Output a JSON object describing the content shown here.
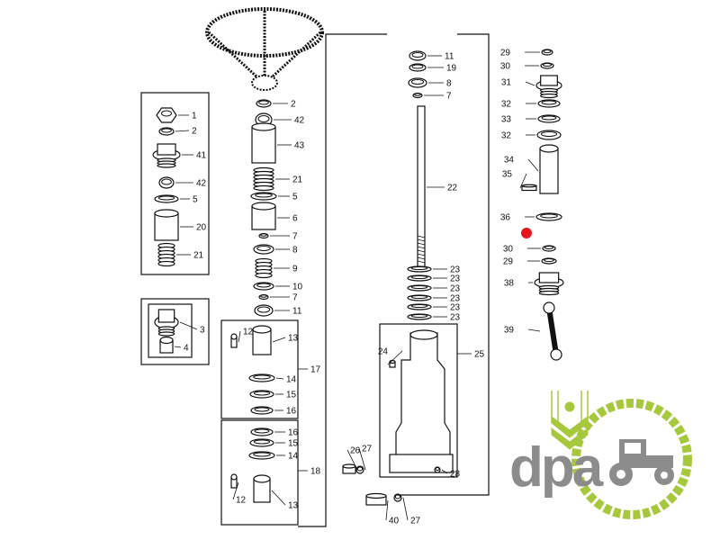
{
  "diagram": {
    "title": "Steering column exploded parts diagram",
    "callouts_left_box": [
      "1",
      "2",
      "41",
      "42",
      "5",
      "20",
      "21"
    ],
    "callouts_small_box": [
      "3",
      "4"
    ],
    "callouts_center": [
      "2",
      "42",
      "43",
      "21",
      "5",
      "6",
      "7",
      "8",
      "9",
      "10",
      "7",
      "11"
    ],
    "callouts_box17": [
      "12",
      "13",
      "14",
      "15",
      "16",
      "17"
    ],
    "callouts_box18": [
      "16",
      "15",
      "14",
      "18",
      "12",
      "13"
    ],
    "callouts_shaft": [
      "11",
      "19",
      "8",
      "7",
      "22",
      "23",
      "23",
      "23",
      "23",
      "23",
      "23"
    ],
    "callouts_housing": [
      "24",
      "25",
      "28",
      "26",
      "27",
      "40",
      "27"
    ],
    "callouts_right": [
      "29",
      "30",
      "31",
      "32",
      "33",
      "32",
      "34",
      "35",
      "36",
      "30",
      "29",
      "38",
      "39"
    ],
    "marker_color": "#e8141b"
  },
  "logo": {
    "text": "dpa",
    "green": "#a6c83c",
    "grey": "#8c8c8c"
  }
}
